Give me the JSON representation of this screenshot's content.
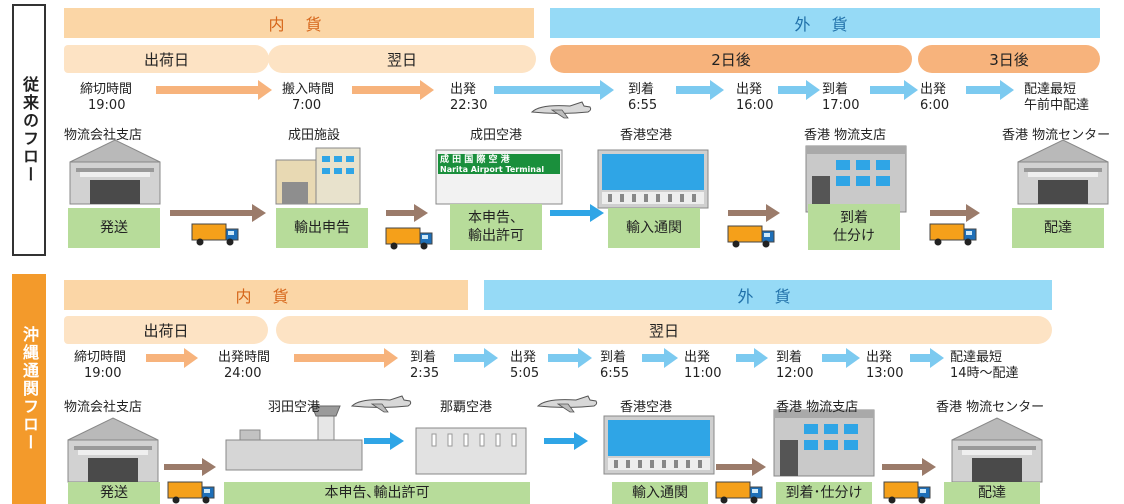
{
  "section1": {
    "label": "従来のフロー",
    "bands": {
      "domestic": "内 貨",
      "foreign": "外 貨"
    },
    "days": [
      "出荷日",
      "翌日",
      "2日後",
      "3日後"
    ],
    "times": [
      {
        "l1": "締切時間",
        "l2": "19:00"
      },
      {
        "l1": "搬入時間",
        "l2": "7:00"
      },
      {
        "l1": "出発",
        "l2": "22:30"
      },
      {
        "l1": "到着",
        "l2": "6:55"
      },
      {
        "l1": "出発",
        "l2": "16:00"
      },
      {
        "l1": "到着",
        "l2": "17:00"
      },
      {
        "l1": "出発",
        "l2": "6:00"
      },
      {
        "l1": "配達最短",
        "l2": "午前中配達"
      }
    ],
    "places": [
      "物流会社支店",
      "成田施設",
      "成田空港",
      "香港空港",
      "香港 物流支店",
      "香港 物流センター"
    ],
    "airport_sign": {
      "jp": "成 田 国 際 空 港",
      "en": "Narita Airport Terminal"
    },
    "steps": [
      {
        "l1": "発送",
        "l2": ""
      },
      {
        "l1": "輸出申告",
        "l2": ""
      },
      {
        "l1": "本申告、",
        "l2": "輸出許可"
      },
      {
        "l1": "輸入通関",
        "l2": ""
      },
      {
        "l1": "到着",
        "l2": "仕分け"
      },
      {
        "l1": "配達",
        "l2": ""
      }
    ]
  },
  "section2": {
    "label": "沖縄通関フロー",
    "bands": {
      "domestic": "内 貨",
      "foreign": "外 貨"
    },
    "days": [
      "出荷日",
      "翌日"
    ],
    "times": [
      {
        "l1": "締切時間",
        "l2": "19:00"
      },
      {
        "l1": "出発時間",
        "l2": "24:00"
      },
      {
        "l1": "到着",
        "l2": "2:35"
      },
      {
        "l1": "出発",
        "l2": "5:05"
      },
      {
        "l1": "到着",
        "l2": "6:55"
      },
      {
        "l1": "出発",
        "l2": "11:00"
      },
      {
        "l1": "到着",
        "l2": "12:00"
      },
      {
        "l1": "出発",
        "l2": "13:00"
      },
      {
        "l1": "配達最短",
        "l2": "14時～配達"
      }
    ],
    "places": [
      "物流会社支店",
      "羽田空港",
      "那覇空港",
      "香港空港",
      "香港 物流支店",
      "香港 物流センター"
    ],
    "steps": [
      "発送",
      "本申告､輸出許可",
      "輸入通関",
      "到着･仕分け",
      "配達"
    ]
  },
  "colors": {
    "orange_band": "#fbd6a6",
    "blue_band": "#96daf6",
    "green_box": "#b7dc9a",
    "accent_orange": "#f39a2b",
    "truck": "#f5a01a"
  }
}
